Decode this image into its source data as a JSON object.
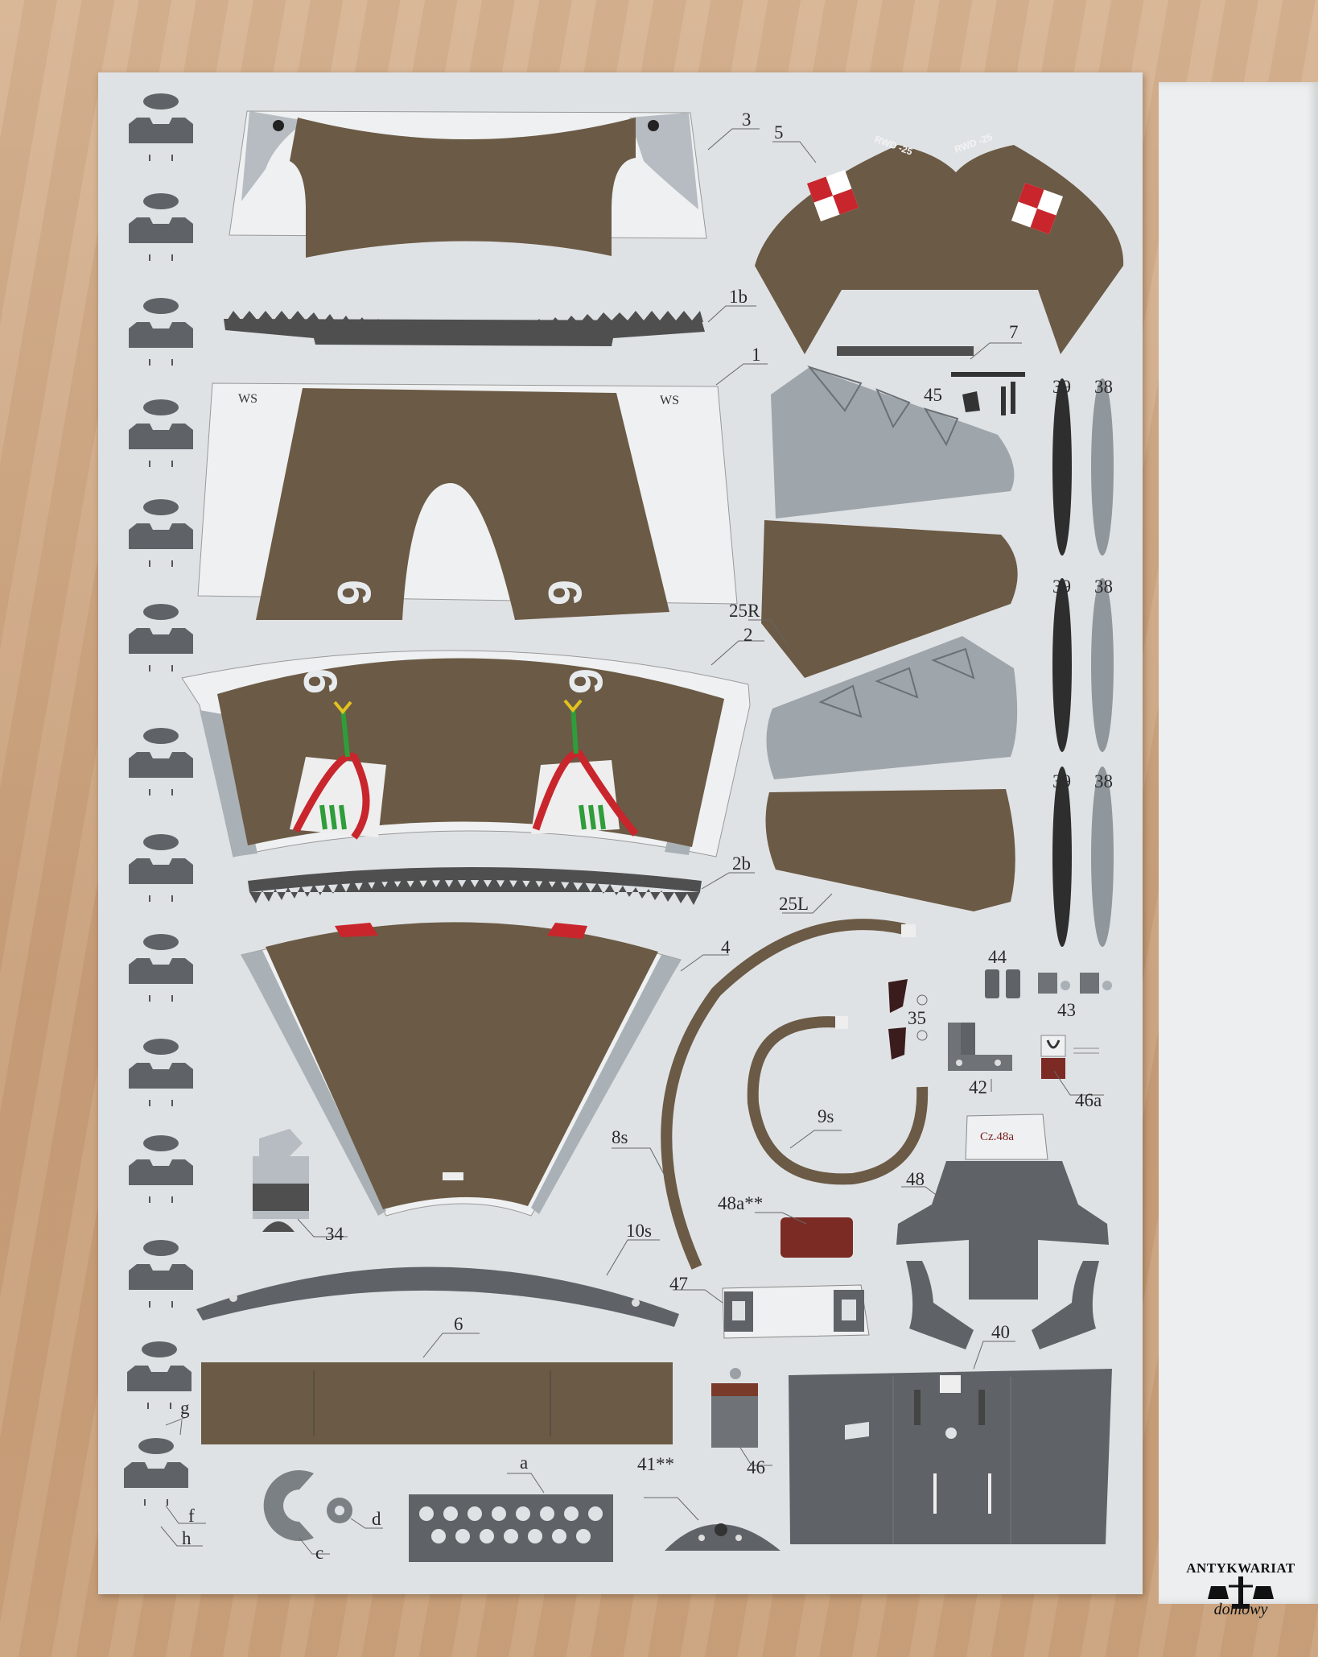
{
  "sheet": {
    "part_labels": {
      "p3": "3",
      "p5": "5",
      "p1b": "1b",
      "p1": "1",
      "p7": "7",
      "p45": "45",
      "p39a": "39",
      "p38a": "38",
      "p39b": "39",
      "p38b": "38",
      "p39c": "39",
      "p38c": "38",
      "p25R": "25R",
      "p2": "2",
      "p2b": "2b",
      "p25L": "25L",
      "p4": "4",
      "p44": "44",
      "p43": "43",
      "p35": "35",
      "p42": "42",
      "p46a": "46a",
      "p9s": "9s",
      "p8s": "8s",
      "p48": "48",
      "p48a": "48a**",
      "p34": "34",
      "p10s": "10s",
      "p47": "47",
      "p40": "40",
      "p6": "6",
      "pg": "g",
      "pa": "a",
      "p41": "41**",
      "p46": "46",
      "pd": "d",
      "pc": "c",
      "pf": "f",
      "ph": "h"
    },
    "markings": {
      "num_1_left": "6",
      "num_1_right": "6",
      "num_2_left": "6",
      "num_2_right": "6",
      "ws_left": "WS",
      "ws_right": "WS",
      "wing_code_left": "RWD -25",
      "wing_code_right": "RWD -25",
      "seat_tag": "Cz.48a"
    },
    "colors": {
      "sheet": "#dfe2e5",
      "brown": "#6b5a45",
      "grey": "#5f6368",
      "light_grey": "#b6bcc1",
      "red": "#c8262c"
    }
  },
  "watermark": {
    "name": "ANTYKWARIAT",
    "sub": "domowy"
  }
}
